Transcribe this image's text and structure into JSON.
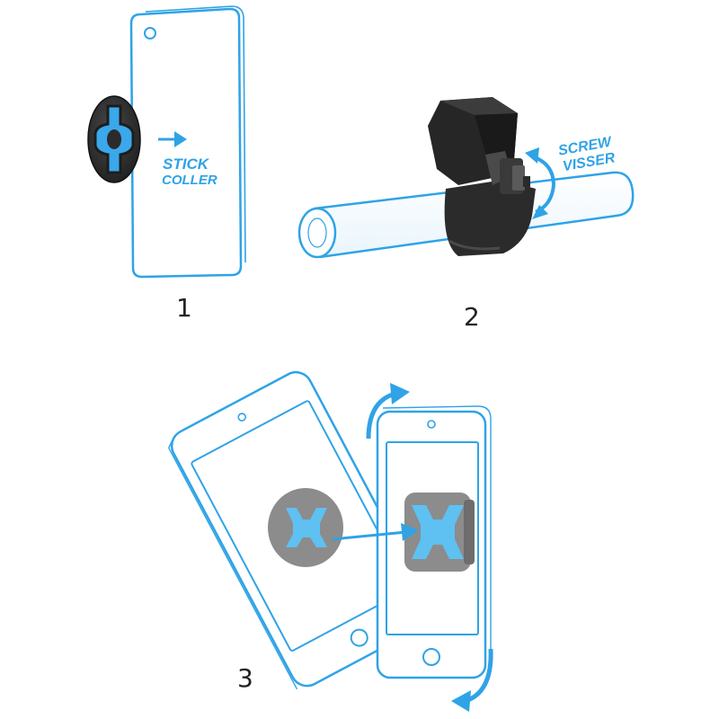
{
  "steps": [
    {
      "number": "1",
      "line1": "STICK",
      "line2": "COLLER"
    },
    {
      "number": "2",
      "line1": "SCREW",
      "line2": "VISSER"
    },
    {
      "number": "3"
    }
  ],
  "colors": {
    "outline": "#2fa3e6",
    "accent": "#3aa8ea",
    "mount_dark": "#2b2b2b",
    "mount_grey": "#8c8c8c",
    "number_text": "#222222"
  }
}
